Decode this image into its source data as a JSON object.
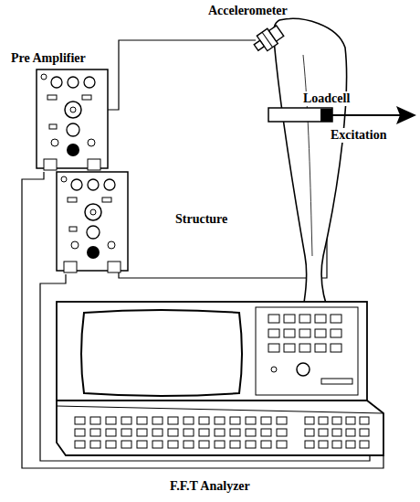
{
  "diagram": {
    "labels": [
      "Accelerometer",
      "Pre Amplifier",
      "Loadcell",
      "Excitation",
      "Structure",
      "F.F.T Analyzer"
    ]
  }
}
